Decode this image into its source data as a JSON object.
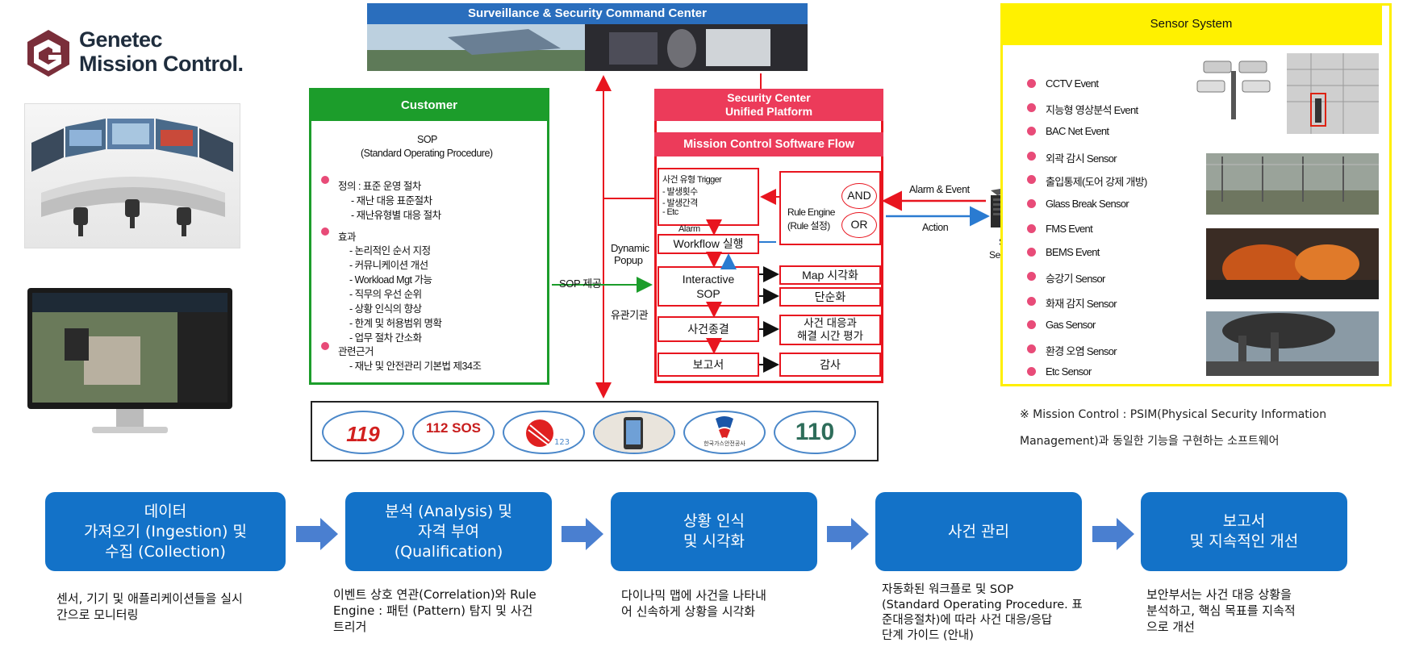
{
  "logo": {
    "line1": "Genetec",
    "line2": "Mission Control."
  },
  "surveillance": {
    "title": "Surveillance & Security Command Center"
  },
  "customer": {
    "title": "Customer",
    "sop_line1": "SOP",
    "sop_line2": "(Standard Operating Procedure)",
    "def_label": "정의 : 표준 운영 절차",
    "def_items": [
      "- 재난 대응 표준절차",
      "- 재난유형별 대응 절차"
    ],
    "effect_label": "효과",
    "effect_items": [
      "- 논리적인 순서 지정",
      "- 커뮤니케이션 개선",
      "- Workload Mgt 가능",
      "- 직무의 우선 순위",
      "- 상황 인식의 향상",
      "- 한계 및 허용범위 명확",
      "- 업무 절차 간소화"
    ],
    "basis_label": "관련근거",
    "basis_items": [
      "- 재난 및 안전관리 기본법 제34조"
    ]
  },
  "security_center": {
    "title_line1": "Security Center",
    "title_line2": "Unified Platform",
    "subtitle": "Mission Control  Software Flow",
    "trigger": [
      "사건 유형 Trigger",
      "- 발생횟수",
      "- 발생간격",
      "- Etc"
    ],
    "alarm": "Alarm",
    "workflow": "Workflow 실행",
    "rule_engine_line1": "Rule Engine",
    "rule_engine_line2": "(Rule 설정)",
    "and_label": "AND",
    "or_label": "OR",
    "interactive_sop_line1": "Interactive",
    "interactive_sop_line2": "SOP",
    "map": "Map 시각화",
    "simplify": "단순화",
    "incident_close": "사건종결",
    "incident_eval_line1": "사건 대응과",
    "incident_eval_line2": "해결 시간 평가",
    "report": "보고서",
    "audit": "감사"
  },
  "labels": {
    "dynamic_popup_line1": "Dynamic",
    "dynamic_popup_line2": "Popup",
    "sop_provide": "SOP 제공",
    "related_agency": "유관기관",
    "alarm_event": "Alarm & Event",
    "action": "Action",
    "si_server_line1": "SI",
    "si_server_line2": "Server"
  },
  "sensor_system": {
    "title": "Sensor System",
    "items": [
      "CCTV Event",
      "지능형 영상분석 Event",
      "BAC Net Event",
      "외곽 감시 Sensor",
      "출입통제(도어 강제 개방)",
      "Glass Break Sensor",
      "FMS Event",
      "BEMS Event",
      "승강기 Sensor",
      "화재 감지 Sensor",
      "Gas Sensor",
      "환경 오염 Sensor",
      "Etc Sensor"
    ]
  },
  "agencies": [
    "119",
    "112 SOS",
    "123",
    "",
    "한국가스안전공사",
    "110"
  ],
  "note": {
    "line1": "※ Mission Control : PSIM(Physical Security Information",
    "line2": "Management)과 동일한 기능을 구현하는 소프트웨어"
  },
  "steps": [
    {
      "title": "데이터\n가져오기 (Ingestion) 및\n수집 (Collection)",
      "desc": "센서, 기기 및 애플리케이션들을 실시\n간으로 모니터링"
    },
    {
      "title": "분석 (Analysis) 및\n자격 부여\n(Qualification)",
      "desc": "이벤트 상호 연관(Correlation)와 Rule\nEngine : 패턴 (Pattern) 탐지 및 사건\n트리거"
    },
    {
      "title": "상황 인식\n및 시각화",
      "desc": "다이나믹 맵에 사건을 나타내\n어 신속하게 상황을 시각화"
    },
    {
      "title": "사건 관리",
      "desc": "자동화된 워크플로 및 SOP\n(Standard Operating Procedure. 표\n준대응절차)에 따라 사건 대응/응답\n단계  가이드 (안내)"
    },
    {
      "title": "보고서\n및 지속적인 개선",
      "desc": "보안부서는 사건 대응 상황을\n분석하고, 핵심 목표를 지속적\n으로 개선"
    }
  ],
  "colors": {
    "accent_blue": "#1372c8",
    "accent_red": "#e8151f",
    "accent_green": "#1c9d2b",
    "accent_yellow": "#fff100",
    "bullet_pink": "#e84b78"
  }
}
